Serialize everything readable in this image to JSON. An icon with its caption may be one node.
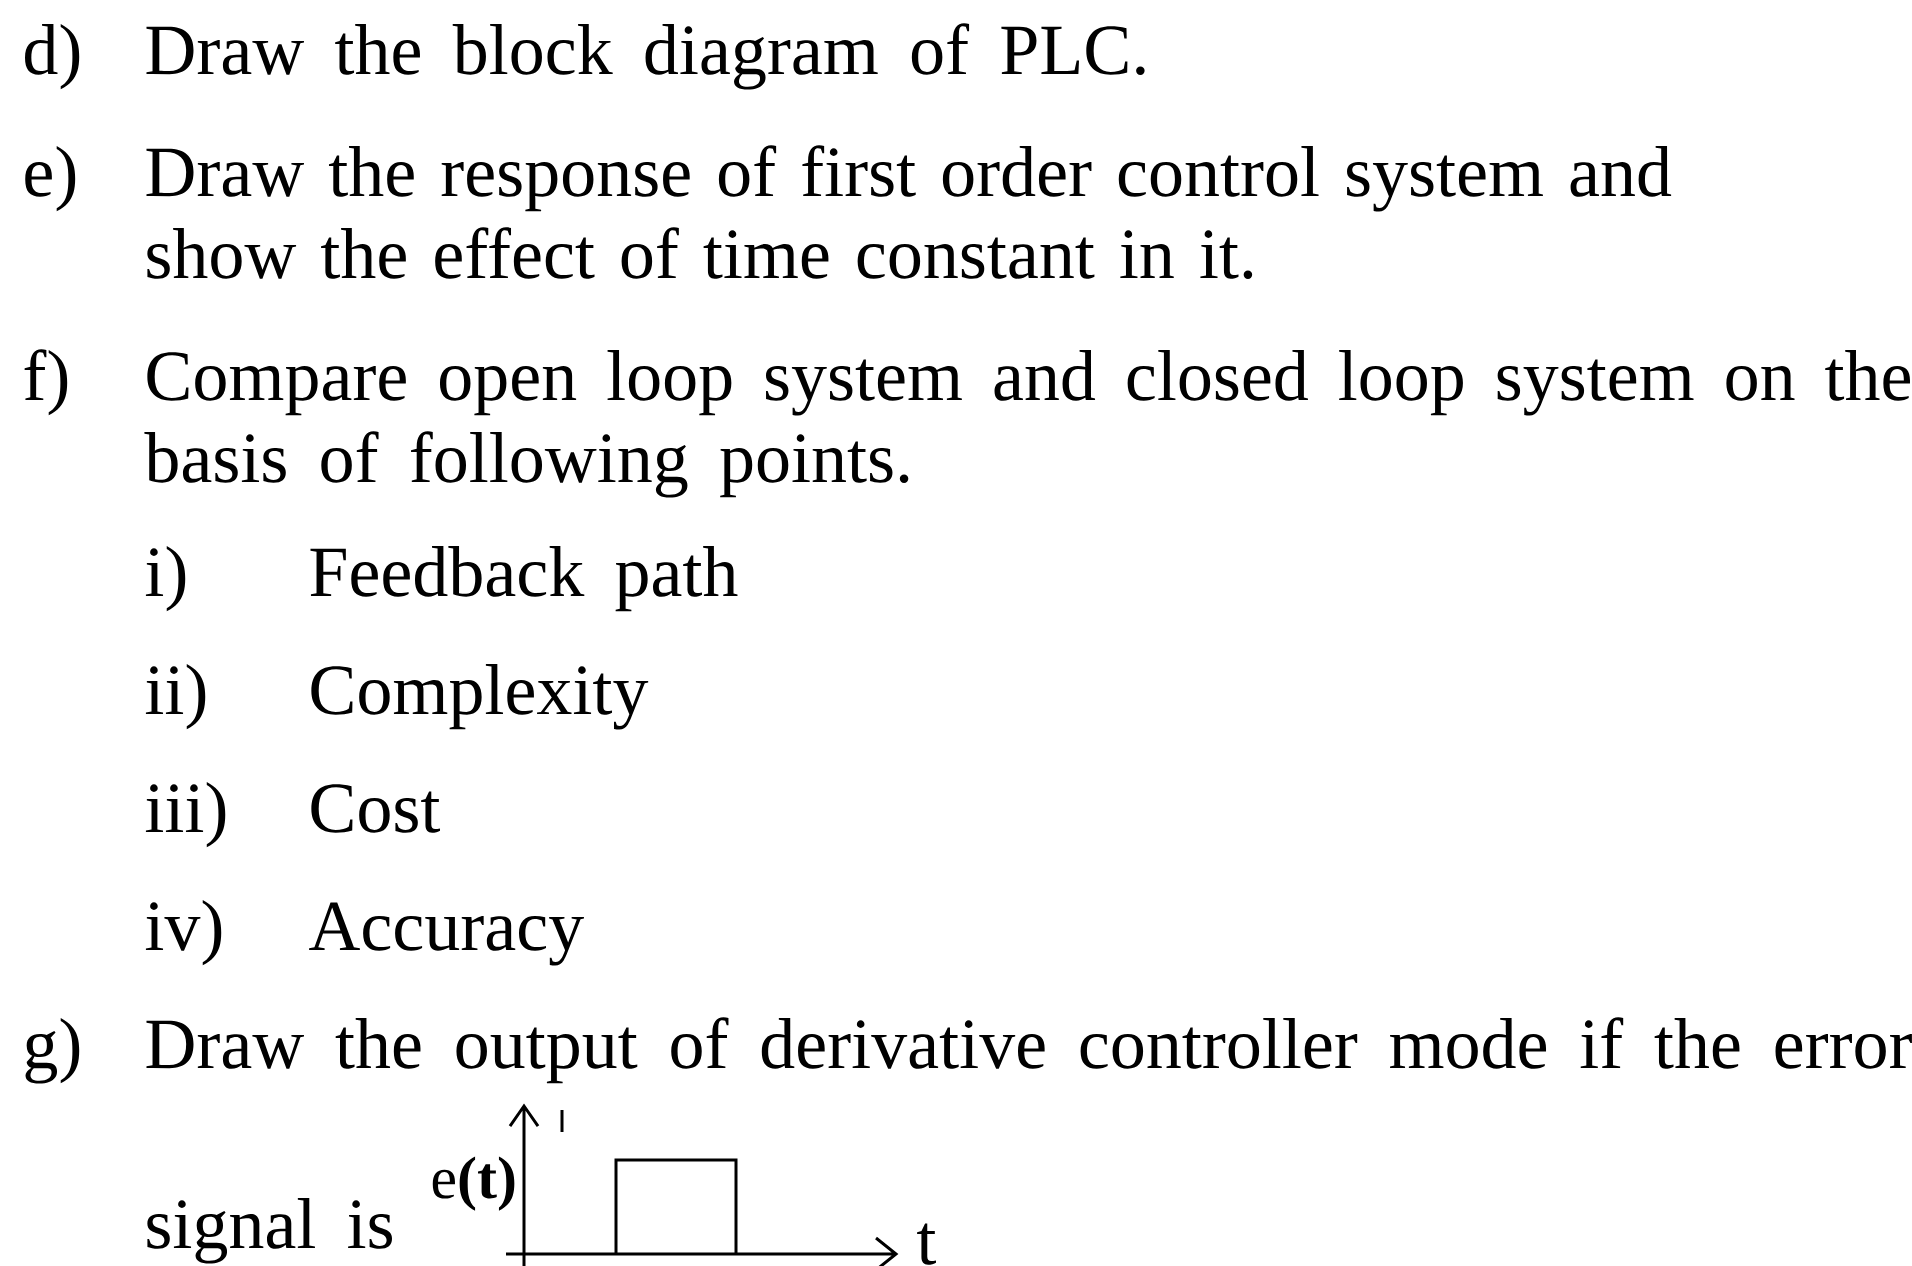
{
  "diagram": {
    "labels": [
      "d)",
      "Draw the block diagram of PLC.",
      "e)",
      "Draw the response of first order control system and show the effect of time constant in it.",
      "f)",
      "Compare open loop system and closed loop system on the basis of following points.",
      "i)",
      "Feedback path",
      "ii)",
      "Complexity",
      "iii)",
      "Cost",
      "iv)",
      "Accuracy",
      "g)",
      "Draw the output of derivative controller mode if the error",
      "signal is",
      "e**(t)**",
      "t"
    ]
  }
}
